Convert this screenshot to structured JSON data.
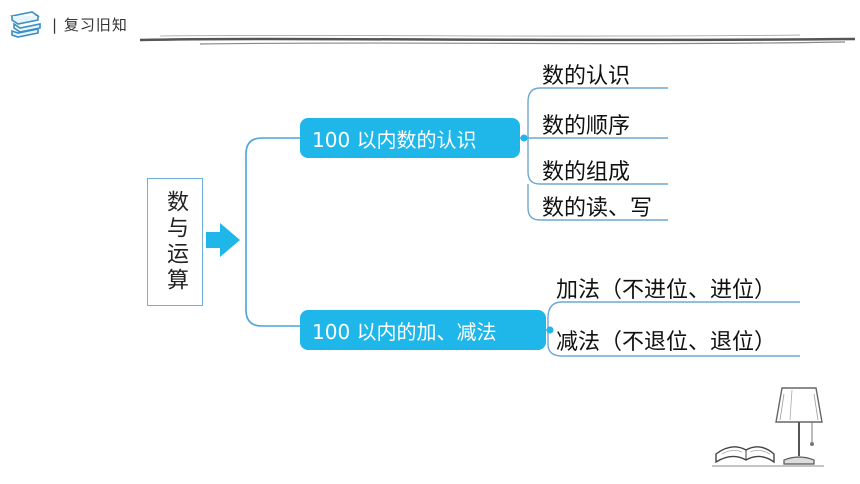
{
  "header": {
    "title": "| 复习旧知"
  },
  "colors": {
    "accent": "#1fb6ea",
    "branch_line": "#4aa3d8",
    "leaf_line": "#6ea9d2"
  },
  "diagram": {
    "root": "数与运算",
    "branches": [
      {
        "label": "100 以内数的认识",
        "children": [
          "数的认识",
          "数的顺序",
          "数的组成",
          "数的读、写"
        ]
      },
      {
        "label": "100 以内的加、减法",
        "children": [
          "加法（不进位、进位）",
          "减法（不退位、退位）"
        ]
      }
    ]
  },
  "icons": {
    "header": "books-stack-icon",
    "decoration": "desk-lamp-and-book-icon",
    "arrow": "right-arrow-icon"
  }
}
